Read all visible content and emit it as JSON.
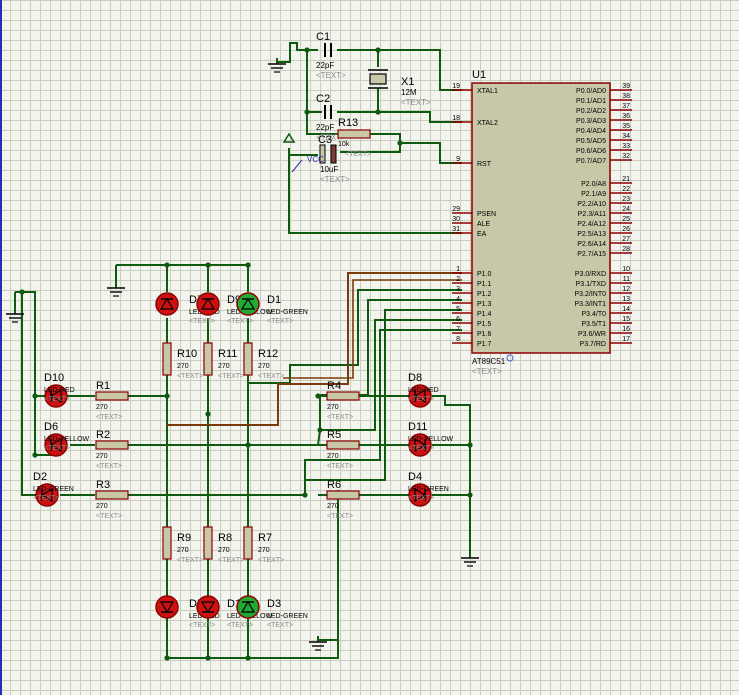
{
  "schematic": {
    "mcu": {
      "ref": "U1",
      "part": "AT89C51",
      "text_tag": "<TEXT>",
      "left_pins": [
        {
          "num": "19",
          "name": "XTAL1"
        },
        {
          "num": "18",
          "name": "XTAL2"
        },
        {
          "num": "9",
          "name": "RST"
        },
        {
          "num": "29",
          "name": "PSEN"
        },
        {
          "num": "30",
          "name": "ALE"
        },
        {
          "num": "31",
          "name": "EA"
        },
        {
          "num": "1",
          "name": "P1.0"
        },
        {
          "num": "2",
          "name": "P1.1"
        },
        {
          "num": "3",
          "name": "P1.2"
        },
        {
          "num": "4",
          "name": "P1.3"
        },
        {
          "num": "5",
          "name": "P1.4"
        },
        {
          "num": "6",
          "name": "P1.5"
        },
        {
          "num": "7",
          "name": "P1.6"
        },
        {
          "num": "8",
          "name": "P1.7"
        }
      ],
      "right_pins": [
        {
          "num": "39",
          "name": "P0.0/AD0"
        },
        {
          "num": "38",
          "name": "P0.1/AD1"
        },
        {
          "num": "37",
          "name": "P0.2/AD2"
        },
        {
          "num": "36",
          "name": "P0.3/AD3"
        },
        {
          "num": "35",
          "name": "P0.4/AD4"
        },
        {
          "num": "34",
          "name": "P0.5/AD5"
        },
        {
          "num": "33",
          "name": "P0.6/AD6"
        },
        {
          "num": "32",
          "name": "P0.7/AD7"
        },
        {
          "num": "21",
          "name": "P2.0/A8"
        },
        {
          "num": "22",
          "name": "P2.1/A9"
        },
        {
          "num": "23",
          "name": "P2.2/A10"
        },
        {
          "num": "24",
          "name": "P2.3/A11"
        },
        {
          "num": "25",
          "name": "P2.4/A12"
        },
        {
          "num": "26",
          "name": "P2.5/A13"
        },
        {
          "num": "27",
          "name": "P2.6/A14"
        },
        {
          "num": "28",
          "name": "P2.7/A15"
        },
        {
          "num": "10",
          "name": "P3.0/RXD"
        },
        {
          "num": "11",
          "name": "P3.1/TXD"
        },
        {
          "num": "12",
          "name": "P3.2/INT0"
        },
        {
          "num": "13",
          "name": "P3.3/INT1"
        },
        {
          "num": "14",
          "name": "P3.4/T0"
        },
        {
          "num": "15",
          "name": "P3.5/T1"
        },
        {
          "num": "16",
          "name": "P3.6/WR"
        },
        {
          "num": "17",
          "name": "P3.7/RD"
        }
      ]
    },
    "crystal": {
      "ref": "X1",
      "value": "12M",
      "text_tag": "<TEXT>"
    },
    "capacitors": [
      {
        "ref": "C1",
        "value": "22pF",
        "text_tag": "<TEXT>"
      },
      {
        "ref": "C2",
        "value": "22pF",
        "text_tag": "<TEXT>"
      },
      {
        "ref": "C3",
        "value": "10uF",
        "text_tag": "<TEXT>"
      }
    ],
    "reset_resistor": {
      "ref": "R13",
      "value": "10k",
      "text_tag": "<TEXT>"
    },
    "vcc_label": "VCC",
    "resistors": [
      {
        "ref": "R1",
        "value": "270",
        "text_tag": "<TEXT>"
      },
      {
        "ref": "R2",
        "value": "270",
        "text_tag": "<TEXT>"
      },
      {
        "ref": "R3",
        "value": "270",
        "text_tag": "<TEXT>"
      },
      {
        "ref": "R4",
        "value": "270",
        "text_tag": "<TEXT>"
      },
      {
        "ref": "R5",
        "value": "270",
        "text_tag": "<TEXT>"
      },
      {
        "ref": "R6",
        "value": "270",
        "text_tag": "<TEXT>"
      },
      {
        "ref": "R7",
        "value": "270",
        "text_tag": "<TEXT>"
      },
      {
        "ref": "R8",
        "value": "270",
        "text_tag": "<TEXT>"
      },
      {
        "ref": "R9",
        "value": "270",
        "text_tag": "<TEXT>"
      },
      {
        "ref": "R10",
        "value": "270",
        "text_tag": "<TEXT>"
      },
      {
        "ref": "R11",
        "value": "270",
        "text_tag": "<TEXT>"
      },
      {
        "ref": "R12",
        "value": "270",
        "text_tag": "<TEXT>"
      }
    ],
    "leds": [
      {
        "ref": "D10",
        "type": "LED-RED",
        "color": "#cc1111",
        "text_tag": "<TEXT>"
      },
      {
        "ref": "D6",
        "type": "LED-YELLOW",
        "color": "#cc1111",
        "text_tag": "<TEXT>"
      },
      {
        "ref": "D2",
        "type": "LED-GREEN",
        "color": "#cc1111",
        "text_tag": "<TEXT>"
      },
      {
        "ref": "D8",
        "type": "LED-RED",
        "color": "#cc1111",
        "text_tag": "<TEXT>"
      },
      {
        "ref": "D11",
        "type": "LED-YELLOW",
        "color": "#cc1111",
        "text_tag": "<TEXT>"
      },
      {
        "ref": "D4",
        "type": "LED-GREEN",
        "color": "#cc1111",
        "text_tag": "<TEXT>"
      },
      {
        "ref": "D7",
        "type": "LED-RED",
        "color": "#cc1111",
        "text_tag": "<TEXT>"
      },
      {
        "ref": "D9",
        "type": "LED-YELLOW",
        "color": "#cc1111",
        "text_tag": "<TEXT>"
      },
      {
        "ref": "D1",
        "type": "LED-GREEN",
        "color": "#22a833",
        "text_tag": "<TEXT>"
      },
      {
        "ref": "D5",
        "type": "LED-RED",
        "color": "#cc1111",
        "text_tag": "<TEXT>"
      },
      {
        "ref": "D12",
        "type": "LED-YELLOW",
        "color": "#cc1111",
        "text_tag": "<TEXT>"
      },
      {
        "ref": "D3",
        "type": "LED-GREEN",
        "color": "#22a833",
        "text_tag": "<TEXT>"
      }
    ],
    "colors": {
      "wire": "#0e5a0e",
      "part_outline": "#8b0000",
      "chip_fill": "#c8c8a8",
      "resistor_fill": "#c8c8a8",
      "label": "#000000",
      "text_tag": "#8a8a8a",
      "selected_wire": "#7a3b0a",
      "led_lit_red": "#cc1111",
      "led_lit_green": "#22a833"
    }
  }
}
